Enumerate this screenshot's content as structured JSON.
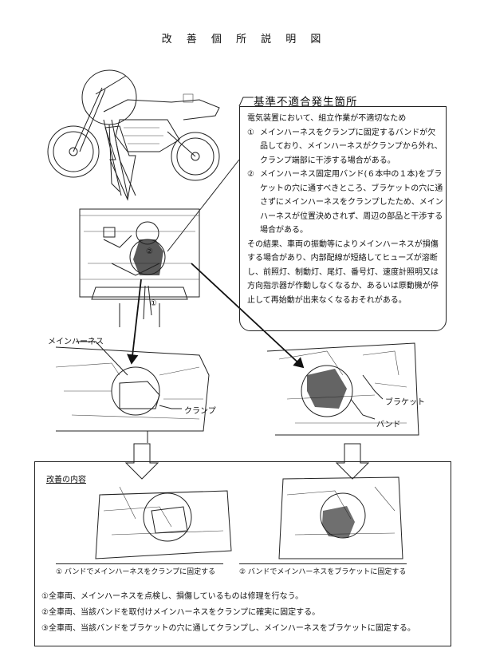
{
  "title": "改 善 個 所 説 明 図",
  "notice": {
    "header": "基準不適合発生箇所",
    "intro": "電気装置において、組立作業が不適切なため",
    "items": [
      {
        "num": "①",
        "text": "メインハーネスをクランプに固定するバンドが欠品しており、メインハーネスがクランプから外れ、クランプ端部に干渉する場合がある。"
      },
      {
        "num": "②",
        "text": "メインハーネス固定用バンド(６本中の１本)をブラケットの穴に通すべきところ、ブラケットの穴に通さずにメインハーネスをクランプしたため、メインハーネスが位置決めされず、周辺の部品と干渉する場合がある。"
      }
    ],
    "result": "その結果、車両の振動等によりメインハーネスが損傷する場合があり、内部配線が短絡してヒューズが溶断し、前照灯、制動灯、尾灯、番号灯、速度計照明又は方向指示器が作動しなくなるか、あるいは原動機が停止して再始動が出来なくなるおそれがある。"
  },
  "diagram_labels": {
    "marker_1": "①",
    "marker_2": "②",
    "main_harness": "メインハーネス",
    "clamp": "クランプ",
    "bracket": "ブラケット",
    "band": "バンド"
  },
  "improvement": {
    "title": "改善の内容",
    "caption_1": "① バンドでメインハーネスをクランプに固定する",
    "caption_2": "② バンドでメインハーネスをブラケットに固定する",
    "steps": [
      "①全車両、メインハーネスを点検し、損傷しているものは修理を行なう。",
      "②全車両、当該バンドを取付けメインハーネスをクランプに確実に固定する。",
      "③全車両、当該バンドをブラケットの穴に通してクランプし、メインハーネスをブラケットに固定する。"
    ]
  }
}
